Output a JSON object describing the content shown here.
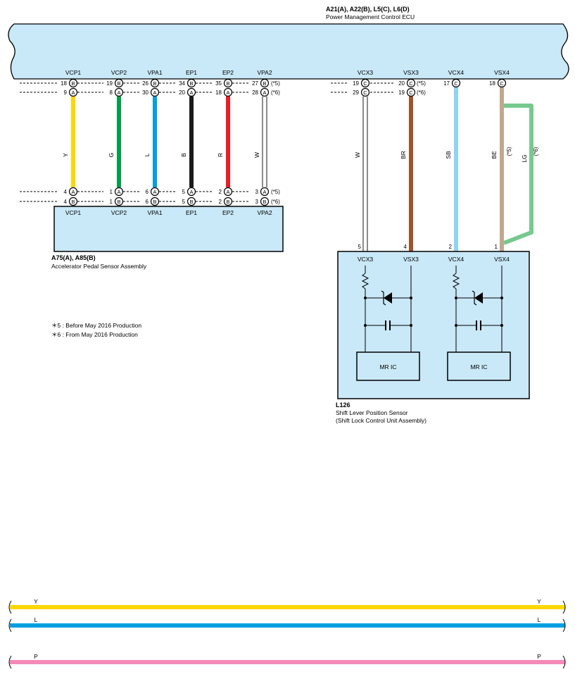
{
  "ecu": {
    "connectors": "A21(A), A22(B), L5(C), L6(D)",
    "name": "Power Management Control ECU",
    "pins_left": [
      "VCP1",
      "VCP2",
      "VPA1",
      "EP1",
      "EP2",
      "VPA2"
    ],
    "pins_right": [
      "VCX3",
      "VSX3",
      "VCX4",
      "VSX4"
    ]
  },
  "pedal": {
    "connectors": "A75(A), A85(B)",
    "name": "Accelerator Pedal Sensor Assembly",
    "pins": [
      "VCP1",
      "VCP2",
      "VPA1",
      "EP1",
      "EP2",
      "VPA2"
    ]
  },
  "shift": {
    "connector": "L126",
    "name": "Shift Lever Position Sensor",
    "subname": "(Shift Lock Control Unit Assembly)",
    "pins": [
      "VCX3",
      "VSX3",
      "VCX4",
      "VSX4"
    ],
    "ic_label": "MR IC"
  },
  "notes": {
    "n5": "＊5 : Before May 2016 Production",
    "n6": "＊6 : From May 2016 Production"
  },
  "wires_left": [
    {
      "color_name": "Y",
      "hex": "#ffd700",
      "top": {
        "t5": "18",
        "c5": "B",
        "t6": "9",
        "c6": "A"
      },
      "bot": {
        "t5": "4",
        "c5": "A",
        "t6": "4",
        "c6": "B"
      }
    },
    {
      "color_name": "G",
      "hex": "#00a04a",
      "top": {
        "t5": "19",
        "c5": "B",
        "t6": "8",
        "c6": "A"
      },
      "bot": {
        "t5": "1",
        "c5": "A",
        "t6": "1",
        "c6": "B"
      }
    },
    {
      "color_name": "L",
      "hex": "#00a0e0",
      "top": {
        "t5": "26",
        "c5": "B",
        "t6": "30",
        "c6": "A"
      },
      "bot": {
        "t5": "6",
        "c5": "A",
        "t6": "6",
        "c6": "B"
      }
    },
    {
      "color_name": "B",
      "hex": "#1a1a1a",
      "top": {
        "t5": "34",
        "c5": "B",
        "t6": "20",
        "c6": "A"
      },
      "bot": {
        "t5": "5",
        "c5": "A",
        "t6": "5",
        "c6": "B"
      }
    },
    {
      "color_name": "R",
      "hex": "#ee1c25",
      "top": {
        "t5": "35",
        "c5": "B",
        "t6": "18",
        "c6": "A"
      },
      "bot": {
        "t5": "2",
        "c5": "A",
        "t6": "2",
        "c6": "B"
      }
    },
    {
      "color_name": "W",
      "hex": "#ffffff",
      "top": {
        "t5": "27",
        "c5": "B",
        "t6": "28",
        "c6": "A"
      },
      "bot": {
        "t5": "3",
        "c5": "A",
        "t6": "3",
        "c6": "B"
      }
    }
  ],
  "variant_tags": {
    "t5": "(*5)",
    "t6": "(*6)",
    "lg5": "(*5)",
    "lg6": "(*6)"
  },
  "wires_right": [
    {
      "color_name": "W",
      "hex": "#ffffff",
      "ecu_left5": "19",
      "ecu_right5": "20",
      "ecu_left6": "29",
      "ecu_right6": "19",
      "sensor_pin": "5"
    },
    {
      "color_name": "BR",
      "hex": "#a0522d",
      "sensor_pin": "4"
    },
    {
      "color_name": "SB",
      "hex": "#8fd3f5",
      "ecu_top": "17",
      "sensor_pin": "2"
    },
    {
      "color_name": "BE",
      "hex": "#c2a78e",
      "ecu_top": "18",
      "sensor_pin": "1",
      "alt_name": "LG",
      "alt_hex": "#77c98f"
    }
  ],
  "pin_conn_letter": "C",
  "bus": [
    {
      "label": "Y",
      "hex": "#ffd700"
    },
    {
      "label": "L",
      "hex": "#00a0e0"
    },
    {
      "label": "P",
      "hex": "#f48ab8"
    }
  ]
}
